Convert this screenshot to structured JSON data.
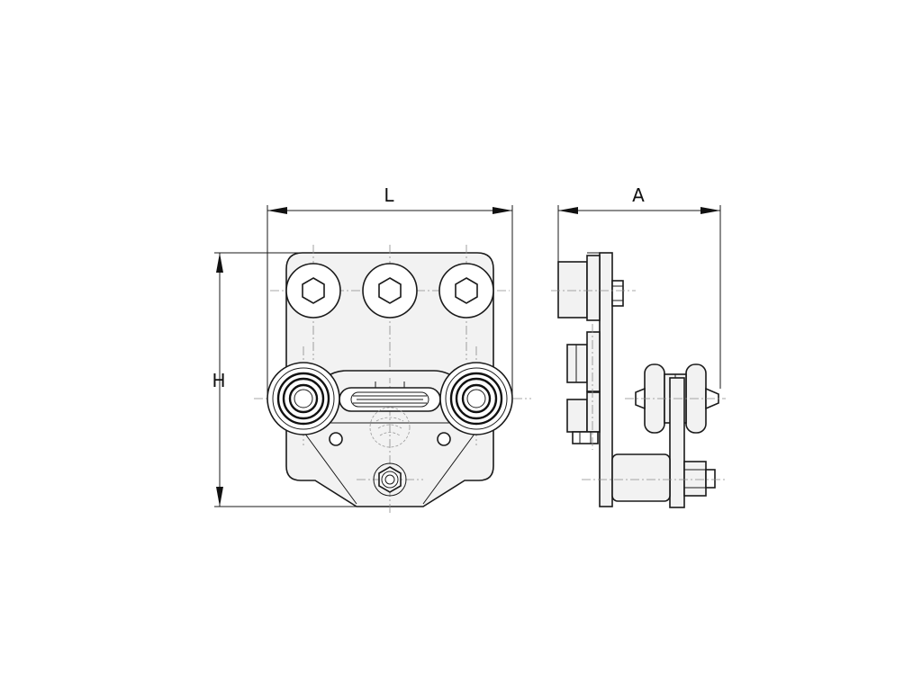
{
  "dimensions": {
    "length_label": "L",
    "height_label": "H",
    "depth_label": "A"
  },
  "colors": {
    "line": "#1a1a1a",
    "fill": "#f2f2f2",
    "centerline": "#8a8a8a"
  }
}
